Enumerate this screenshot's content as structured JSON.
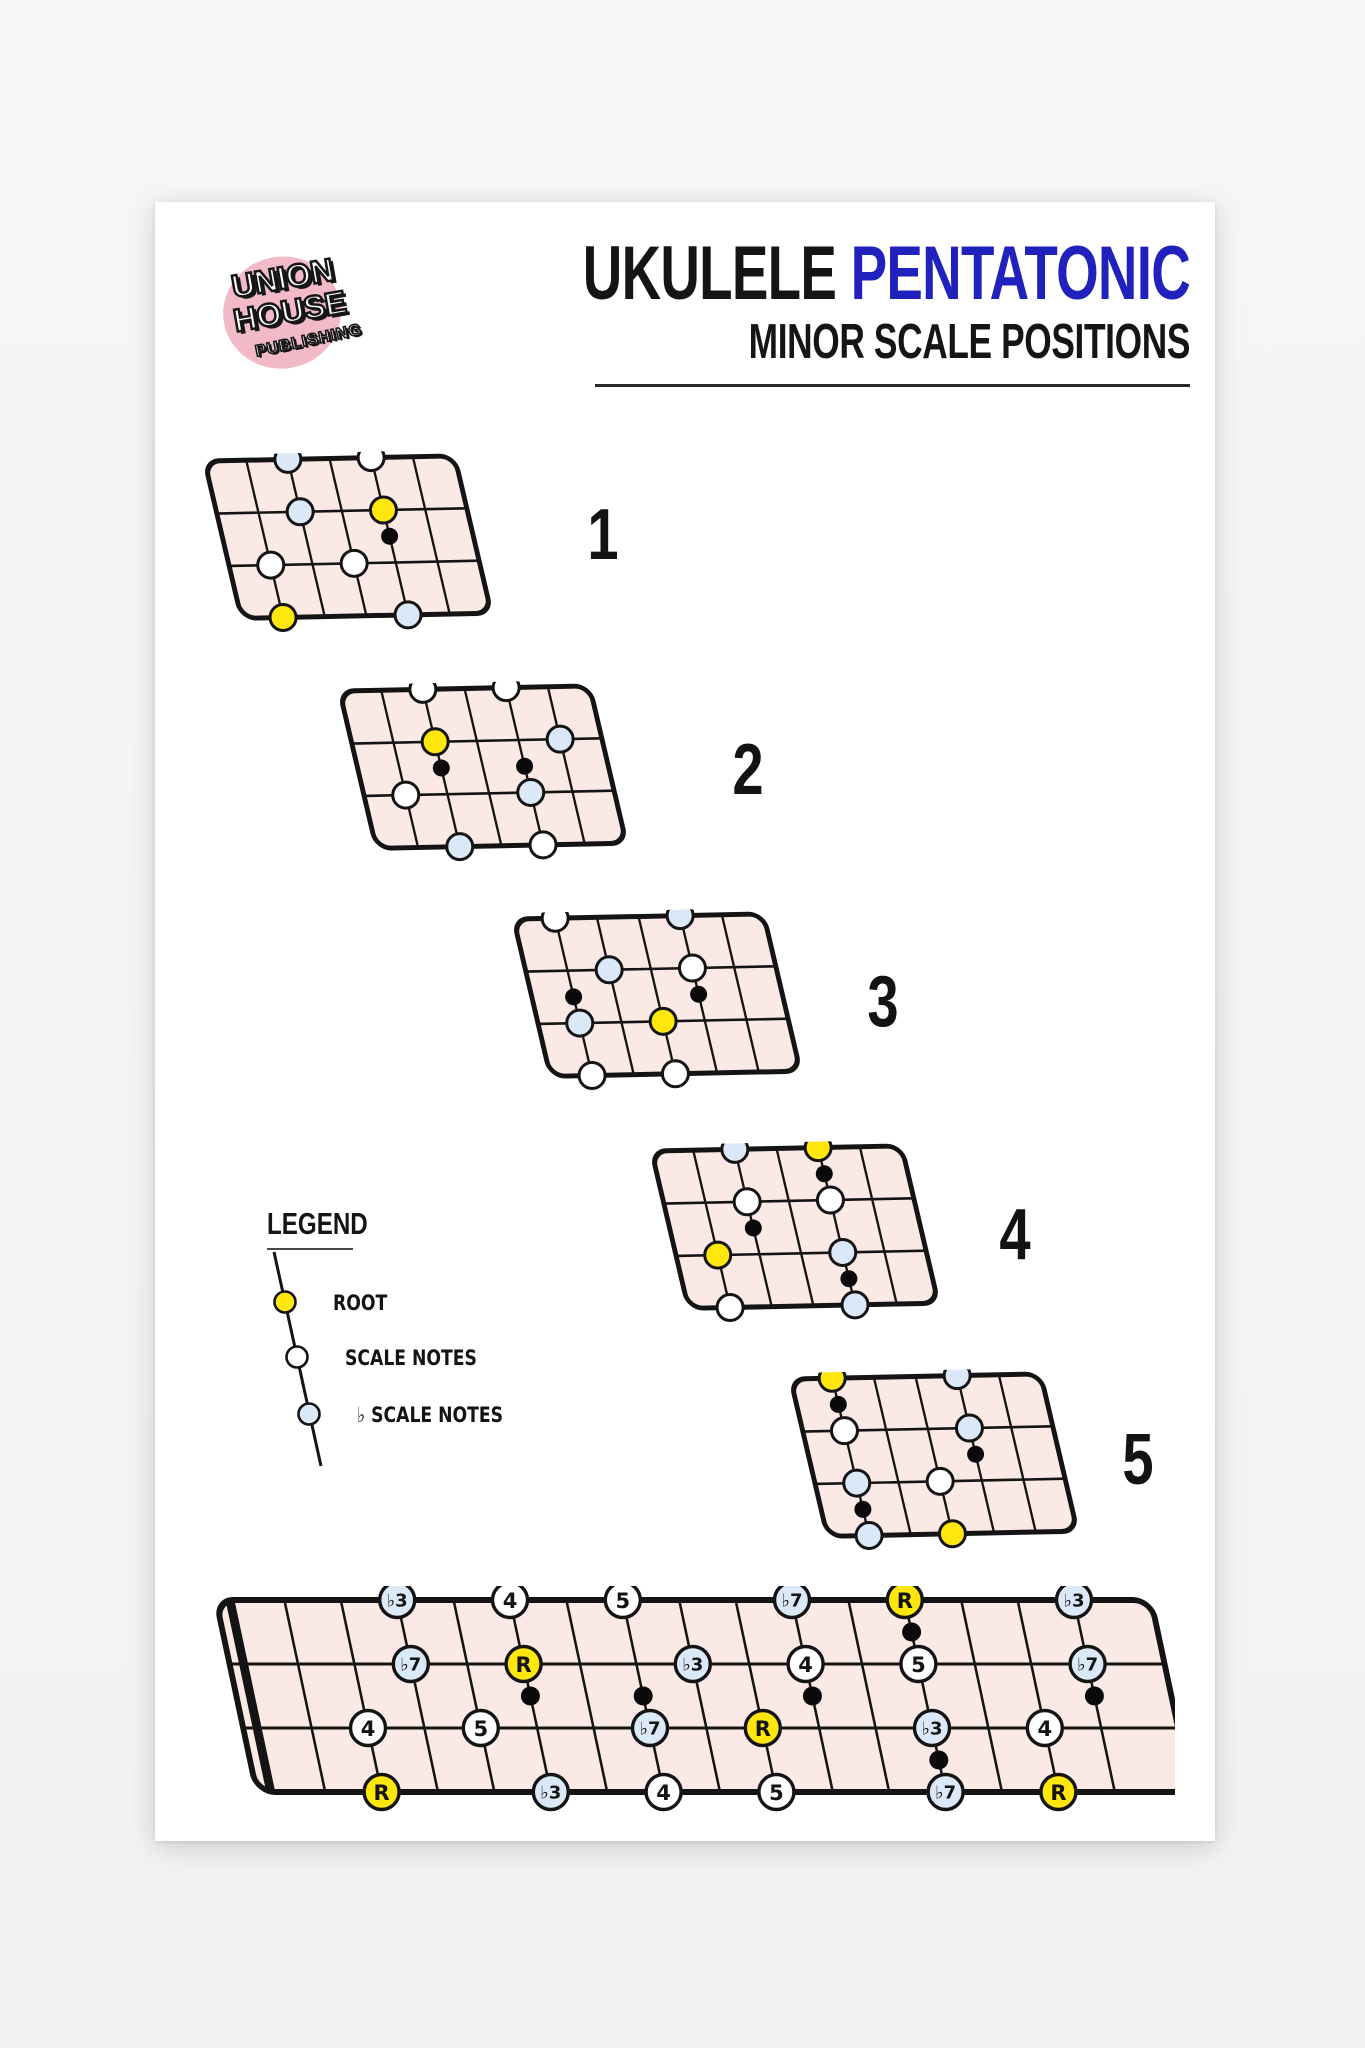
{
  "logo": {
    "line1": "UNION",
    "line2": "HOUSE",
    "line3": "PUBLISHING"
  },
  "title": {
    "word_black": "UKULELE",
    "word_blue": "PENTATONIC",
    "subtitle": "MINOR SCALE POSITIONS"
  },
  "legend": {
    "title": "LEGEND",
    "items": [
      {
        "type": "root",
        "label": "ROOT"
      },
      {
        "type": "scale",
        "label": "SCALE NOTES"
      },
      {
        "type": "flat",
        "label": "♭ SCALE NOTES"
      }
    ]
  },
  "colors": {
    "root": "#ffe60d",
    "scale": "#ffffff",
    "flat": "#dbe8f7",
    "board": "#fbe9e5",
    "ink": "#141414",
    "accent_blue": "#2121bd",
    "marker": "#0a0a0a"
  },
  "positions": [
    {
      "number": "1",
      "notes": [
        [
          0,
          2,
          "flat"
        ],
        [
          0,
          4,
          "scale"
        ],
        [
          1,
          2,
          "flat"
        ],
        [
          1,
          4,
          "root"
        ],
        [
          2,
          1,
          "scale"
        ],
        [
          2,
          3,
          "scale"
        ],
        [
          3,
          1,
          "root"
        ],
        [
          3,
          4,
          "flat"
        ]
      ],
      "markers": [
        [
          4,
          1
        ]
      ]
    },
    {
      "number": "2",
      "notes": [
        [
          0,
          2,
          "scale"
        ],
        [
          0,
          4,
          "scale"
        ],
        [
          1,
          2,
          "root"
        ],
        [
          1,
          5,
          "flat"
        ],
        [
          2,
          1,
          "scale"
        ],
        [
          2,
          4,
          "flat"
        ],
        [
          3,
          2,
          "flat"
        ],
        [
          3,
          4,
          "scale"
        ]
      ],
      "markers": [
        [
          2,
          1
        ],
        [
          4,
          1
        ]
      ]
    },
    {
      "number": "3",
      "notes": [
        [
          0,
          1,
          "scale"
        ],
        [
          0,
          4,
          "flat"
        ],
        [
          1,
          2,
          "flat"
        ],
        [
          1,
          4,
          "scale"
        ],
        [
          2,
          1,
          "flat"
        ],
        [
          2,
          3,
          "root"
        ],
        [
          3,
          1,
          "scale"
        ],
        [
          3,
          3,
          "scale"
        ]
      ],
      "markers": [
        [
          1,
          1
        ],
        [
          4,
          1
        ]
      ]
    },
    {
      "number": "4",
      "notes": [
        [
          0,
          2,
          "flat"
        ],
        [
          0,
          4,
          "root"
        ],
        [
          1,
          2,
          "scale"
        ],
        [
          1,
          4,
          "scale"
        ],
        [
          2,
          1,
          "root"
        ],
        [
          2,
          4,
          "flat"
        ],
        [
          3,
          1,
          "scale"
        ],
        [
          3,
          4,
          "flat"
        ]
      ],
      "markers": [
        [
          2,
          1
        ],
        [
          4,
          0
        ],
        [
          4,
          2
        ]
      ]
    },
    {
      "number": "5",
      "notes": [
        [
          0,
          1,
          "root"
        ],
        [
          0,
          4,
          "flat"
        ],
        [
          1,
          1,
          "scale"
        ],
        [
          1,
          4,
          "flat"
        ],
        [
          2,
          1,
          "flat"
        ],
        [
          2,
          3,
          "scale"
        ],
        [
          3,
          1,
          "flat"
        ],
        [
          3,
          3,
          "root"
        ]
      ],
      "markers": [
        [
          1,
          0
        ],
        [
          1,
          2
        ],
        [
          4,
          1
        ]
      ]
    }
  ],
  "fretboard": {
    "fret_count": 16,
    "strings": 4,
    "notes": [
      [
        0,
        3,
        "♭3",
        "flat"
      ],
      [
        0,
        5,
        "4",
        "scale"
      ],
      [
        0,
        7,
        "5",
        "scale"
      ],
      [
        0,
        10,
        "♭7",
        "flat"
      ],
      [
        0,
        12,
        "R",
        "root"
      ],
      [
        0,
        15,
        "♭3",
        "flat"
      ],
      [
        1,
        3,
        "♭7",
        "flat"
      ],
      [
        1,
        5,
        "R",
        "root"
      ],
      [
        1,
        8,
        "♭3",
        "flat"
      ],
      [
        1,
        10,
        "4",
        "scale"
      ],
      [
        1,
        12,
        "5",
        "scale"
      ],
      [
        1,
        15,
        "♭7",
        "flat"
      ],
      [
        2,
        2,
        "4",
        "scale"
      ],
      [
        2,
        4,
        "5",
        "scale"
      ],
      [
        2,
        7,
        "♭7",
        "flat"
      ],
      [
        2,
        9,
        "R",
        "root"
      ],
      [
        2,
        12,
        "♭3",
        "flat"
      ],
      [
        2,
        14,
        "4",
        "scale"
      ],
      [
        3,
        2,
        "R",
        "root"
      ],
      [
        3,
        5,
        "♭3",
        "flat"
      ],
      [
        3,
        7,
        "4",
        "scale"
      ],
      [
        3,
        9,
        "5",
        "scale"
      ],
      [
        3,
        12,
        "♭7",
        "flat"
      ],
      [
        3,
        14,
        "R",
        "root"
      ]
    ],
    "markers": [
      [
        5,
        1
      ],
      [
        7,
        1
      ],
      [
        10,
        1
      ],
      [
        12,
        0
      ],
      [
        12,
        2
      ],
      [
        15,
        1
      ]
    ]
  }
}
